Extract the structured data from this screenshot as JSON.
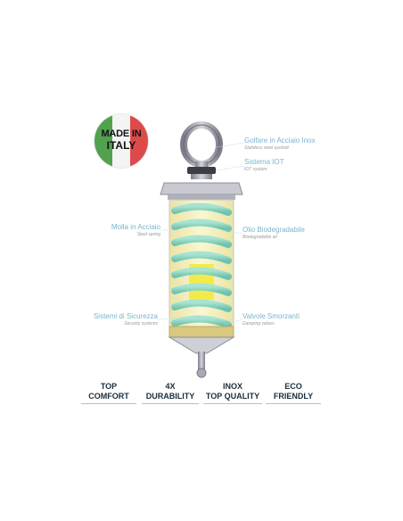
{
  "badge": {
    "line1": "MADE IN",
    "line2": "ITALY",
    "colors": [
      "#52a14f",
      "#f4f4f4",
      "#dd4a4a"
    ]
  },
  "callouts": {
    "eyebolt": {
      "title": "Golfare in Acciaio Inox",
      "subtitle": "Stainless steel eyebolt"
    },
    "iot": {
      "title": "Sistema IOT",
      "subtitle": "IOT system"
    },
    "spring": {
      "title": "Molla in Acciaio",
      "subtitle": "Steel spring"
    },
    "oil": {
      "title": "Olio Biodegradabile",
      "subtitle": "Biodegradable oil"
    },
    "safety": {
      "title": "Sistemi di Sicurezza",
      "subtitle": "Security systems"
    },
    "valves": {
      "title": "Valvole Smorzanti",
      "subtitle": "Damping valves"
    }
  },
  "features": [
    {
      "line1": "TOP",
      "line2": "COMFORT"
    },
    {
      "line1": "4X",
      "line2": "DURABILITY"
    },
    {
      "line1": "INOX",
      "line2": "TOP QUALITY"
    },
    {
      "line1": "ECO",
      "line2": "FRIENDLY"
    }
  ],
  "colors": {
    "accent": "#79b4cf",
    "spring": "#8ed6c3",
    "oil": "#f3efb8",
    "core": "#f0eb4a",
    "metal": "#a9a9b3"
  }
}
